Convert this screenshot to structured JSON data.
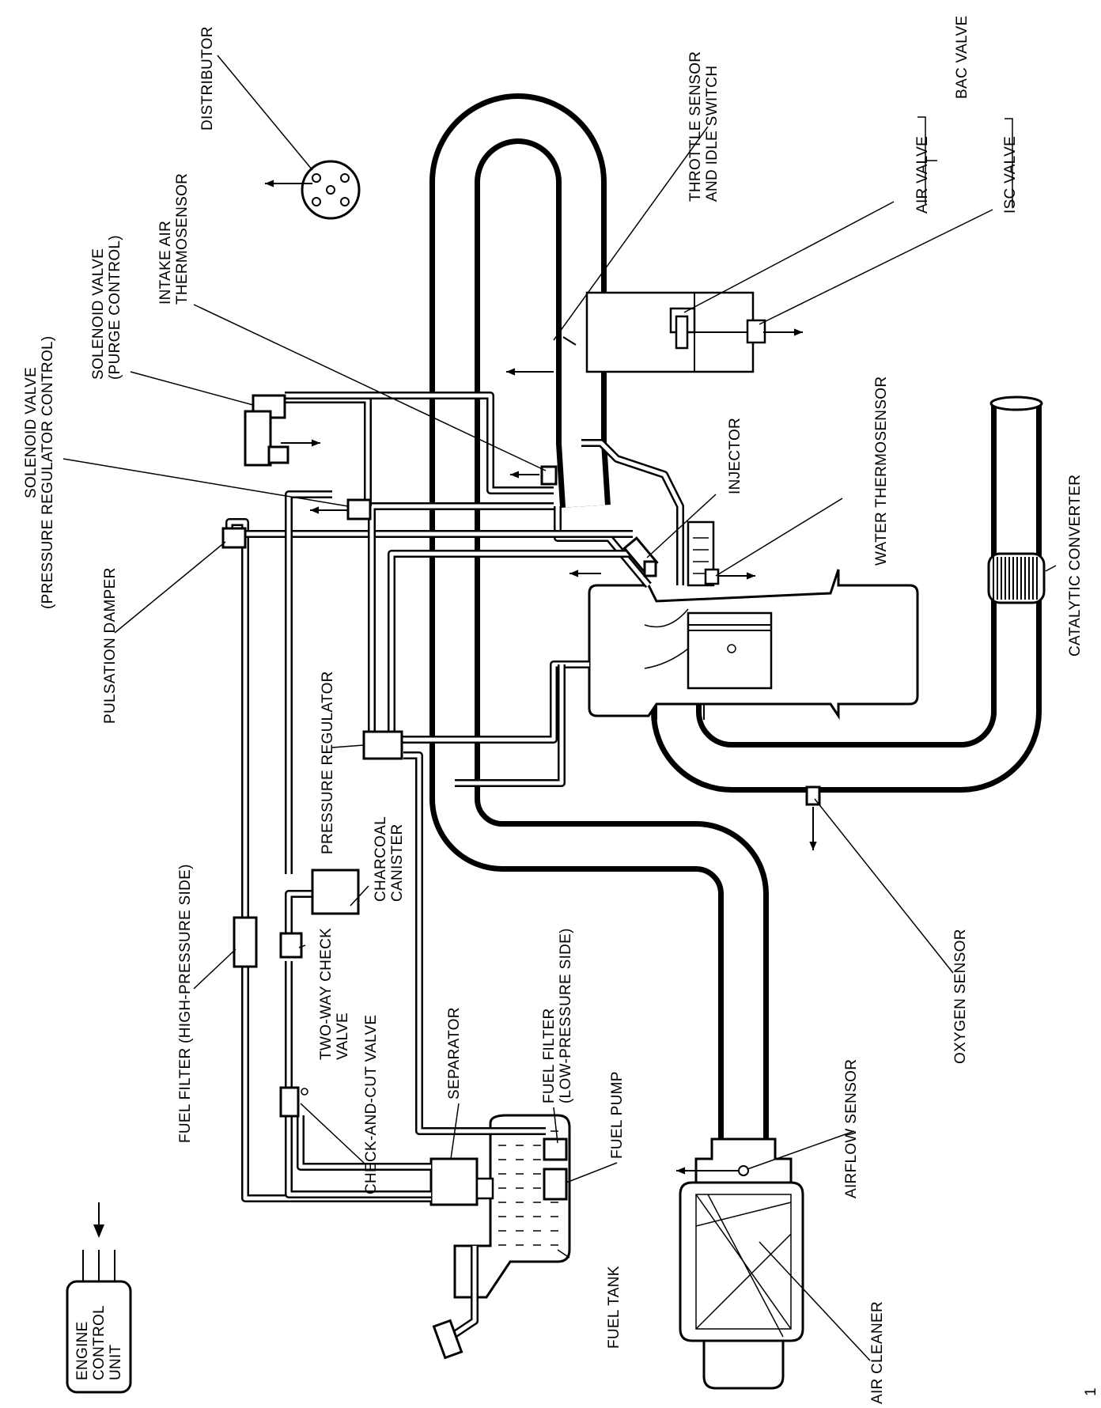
{
  "labels": {
    "distributor": "DISTRIBUTOR",
    "throttle_sensor_1": "THROTTLE SENSOR",
    "throttle_sensor_2": "AND IDLE SWITCH",
    "bac_valve": "BAC VALVE",
    "air_valve": "AIR VALVE",
    "isc_valve": "ISC VALVE",
    "intake_air_1": "INTAKE AIR",
    "intake_air_2": "THERMOSENSOR",
    "solenoid_purge_1": "SOLENOID VALVE",
    "solenoid_purge_2": "(PURGE CONTROL)",
    "solenoid_preg_1": "SOLENOID VALVE",
    "solenoid_preg_2": "(PRESSURE REGULATOR CONTROL)",
    "injector": "INJECTOR",
    "water_thermosensor": "WATER THERMOSENSOR",
    "catalytic_converter": "CATALYTIC CONVERTER",
    "pulsation_damper": "PULSATION DAMPER",
    "pressure_regulator": "PRESSURE REGULATOR",
    "charcoal_1": "CHARCOAL",
    "charcoal_2": "CANISTER",
    "fuel_filter_high": "FUEL FILTER (HIGH-PRESSURE SIDE)",
    "two_way_1": "TWO-WAY CHECK",
    "two_way_2": "VALVE",
    "check_and_cut": "CHECK-AND-CUT VALVE",
    "separator": "SEPARATOR",
    "fuel_filter_low_1": "FUEL FILTER",
    "fuel_filter_low_2": "(LOW-PRESSURE SIDE)",
    "fuel_pump": "FUEL PUMP",
    "oxygen_sensor": "OXYGEN SENSOR",
    "airflow_sensor": "AIRFLOW SENSOR",
    "air_cleaner": "AIR CLEANER",
    "fuel_tank": "FUEL TANK",
    "ecu_1": "ENGINE",
    "ecu_2": "CONTROL",
    "ecu_3": "UNIT"
  },
  "page_mark": "1"
}
